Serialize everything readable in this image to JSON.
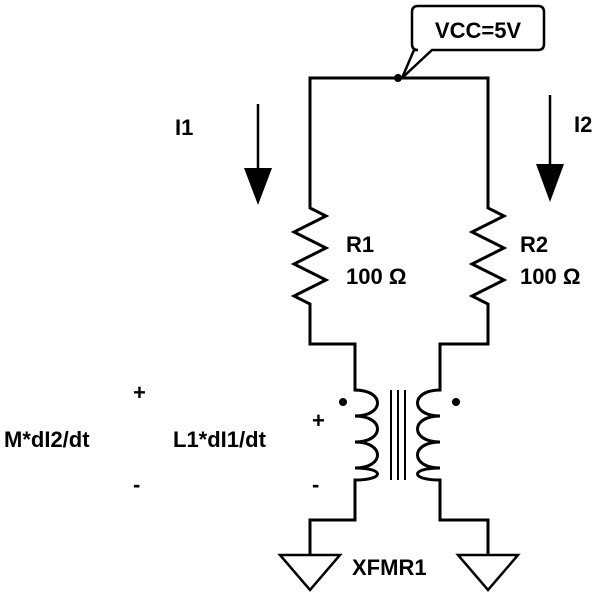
{
  "supply": {
    "label": "VCC=5V"
  },
  "currents": [
    {
      "label": "I1"
    },
    {
      "label": "I2"
    }
  ],
  "resistors": [
    {
      "name": "R1",
      "value": "100 Ω"
    },
    {
      "name": "R2",
      "value": "100 Ω"
    }
  ],
  "transformer": {
    "name": "XFMR1",
    "primary_plus": "+",
    "primary_minus": "-"
  },
  "voltage_labels": {
    "left_plus": "+",
    "left_minus": "-",
    "mutual": "M*dI2/dt",
    "self": "L1*dI1/dt"
  },
  "icons": [
    "ground-icon",
    "arrow-down-icon",
    "dot-polarity-icon"
  ]
}
